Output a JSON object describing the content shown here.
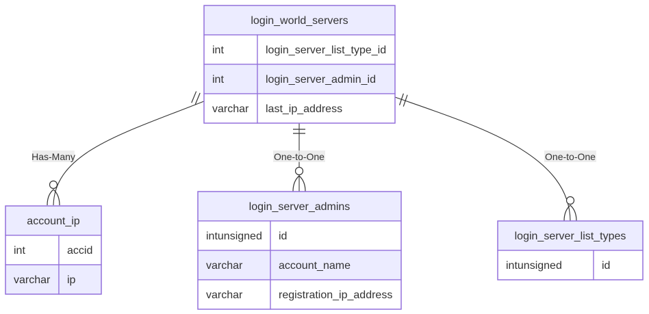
{
  "colors": {
    "header_fill": "#ececff",
    "row_fill_odd": "#ffffff",
    "row_fill_even": "#ececff",
    "border": "#9370db",
    "line": "#333333",
    "text": "#333333"
  },
  "entities": [
    {
      "name": "login_world_servers",
      "rows": [
        {
          "type": "int",
          "field": "login_server_list_type_id"
        },
        {
          "type": "int",
          "field": "login_server_admin_id"
        },
        {
          "type": "varchar",
          "field": "last_ip_address"
        }
      ]
    },
    {
      "name": "account_ip",
      "rows": [
        {
          "type": "int",
          "field": "accid"
        },
        {
          "type": "varchar",
          "field": "ip"
        }
      ]
    },
    {
      "name": "login_server_admins",
      "rows": [
        {
          "type": "intunsigned",
          "field": "id"
        },
        {
          "type": "varchar",
          "field": "account_name"
        },
        {
          "type": "varchar",
          "field": "registration_ip_address"
        }
      ]
    },
    {
      "name": "login_server_list_types",
      "rows": [
        {
          "type": "intunsigned",
          "field": "id"
        }
      ]
    }
  ],
  "relationships": [
    {
      "from": "login_world_servers",
      "to": "account_ip",
      "label": "Has-Many"
    },
    {
      "from": "login_world_servers",
      "to": "login_server_admins",
      "label": "One-to-One"
    },
    {
      "from": "login_world_servers",
      "to": "login_server_list_types",
      "label": "One-to-One"
    }
  ]
}
